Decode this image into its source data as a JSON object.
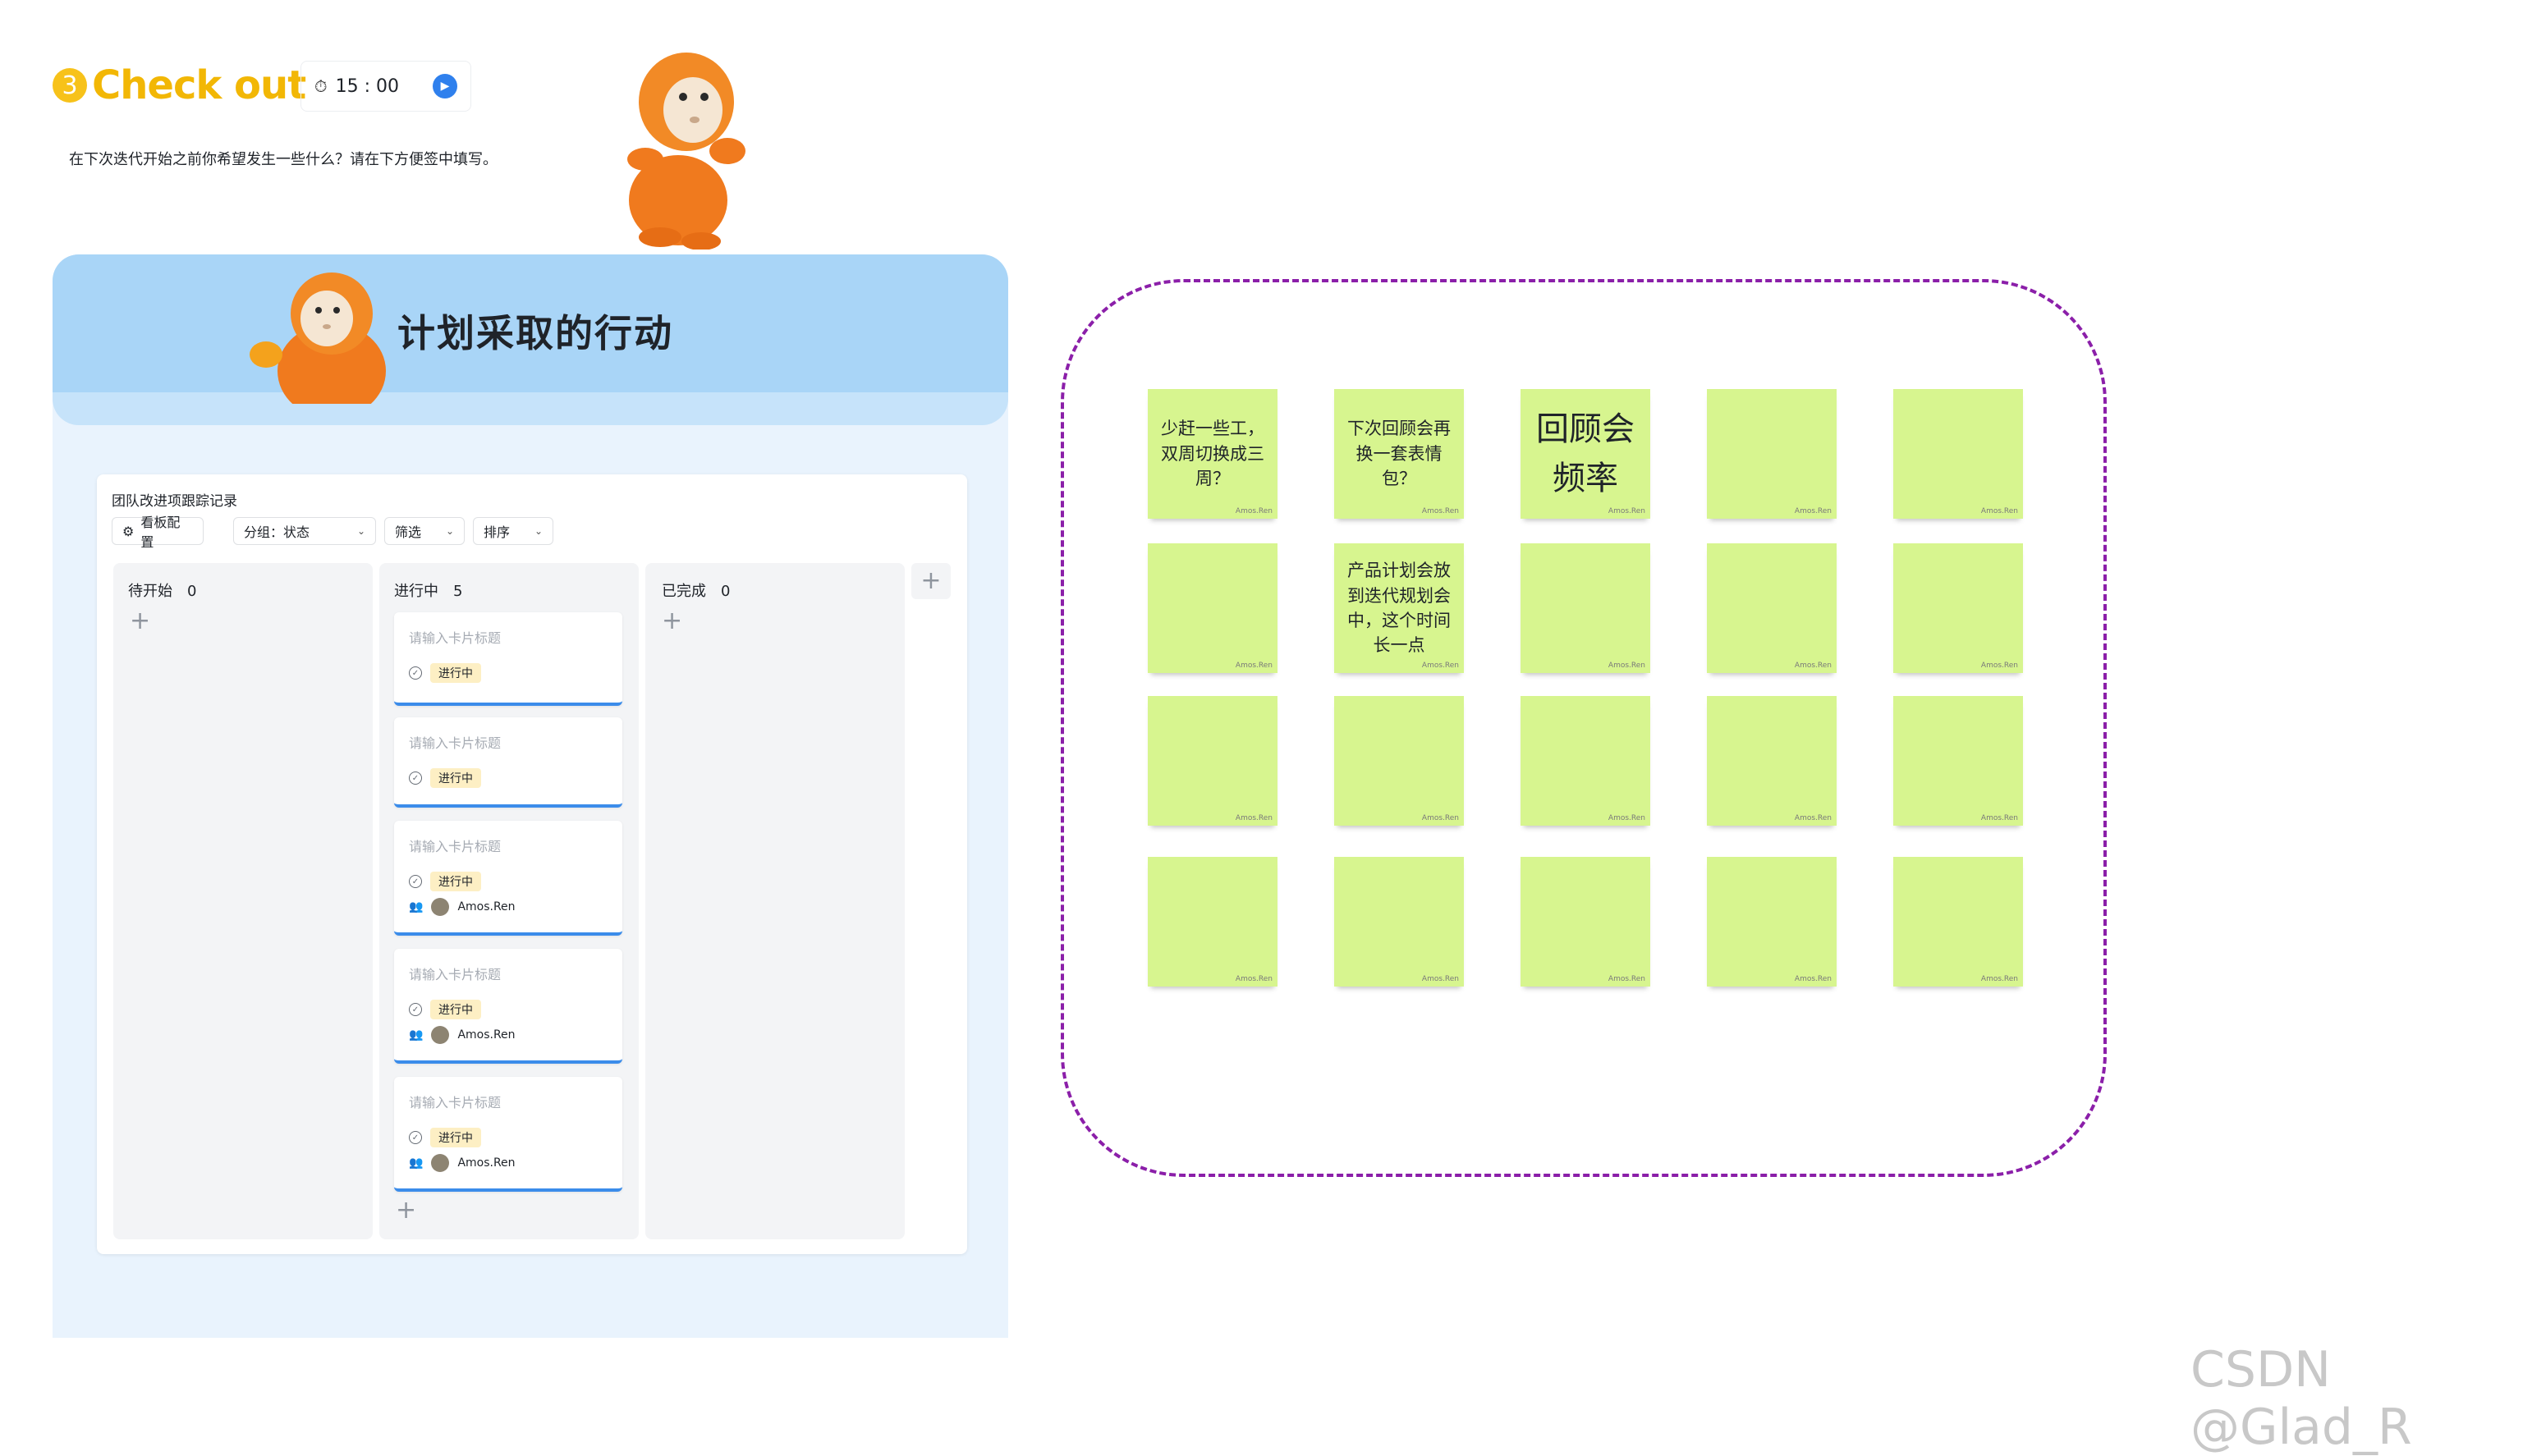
{
  "header": {
    "step_number": "3",
    "title": "Check out",
    "timer": "15 : 00",
    "subtitle": "在下次迭代开始之前你希望发生一些什么？请在下方便签中填写。"
  },
  "banner": {
    "title": "计划采取的行动"
  },
  "table": {
    "title": "团队改进项跟踪记录",
    "toolbar": {
      "config_label": "看板配置",
      "group_label": "分组：状态",
      "filter_label": "筛选",
      "sort_label": "排序"
    },
    "columns": [
      {
        "name": "待开始",
        "count": "0"
      },
      {
        "name": "进行中",
        "count": "5"
      },
      {
        "name": "已完成",
        "count": "0"
      }
    ],
    "cards": [
      {
        "placeholder": "请输入卡片标题",
        "status": "进行中",
        "assignee": ""
      },
      {
        "placeholder": "请输入卡片标题",
        "status": "进行中",
        "assignee": ""
      },
      {
        "placeholder": "请输入卡片标题",
        "status": "进行中",
        "assignee": "Amos.Ren"
      },
      {
        "placeholder": "请输入卡片标题",
        "status": "进行中",
        "assignee": "Amos.Ren"
      },
      {
        "placeholder": "请输入卡片标题",
        "status": "进行中",
        "assignee": "Amos.Ren"
      }
    ]
  },
  "stickies": {
    "author": "Amos.Ren",
    "color": "#d7f58f",
    "notes": [
      "少赶一些工，双周切换成三周？",
      "下次回顾会再换一套表情包？",
      "回顾会频率",
      "",
      "",
      "",
      "产品计划会放到迭代规划会中，这个时间长一点",
      "",
      "",
      "",
      "",
      "",
      "",
      "",
      "",
      "",
      "",
      "",
      "",
      ""
    ]
  },
  "watermark": "CSDN @Glad_R",
  "colors": {
    "accent_title": "#f2b705",
    "banner": "#a9d5f7",
    "dashed_border": "#8b1fa9",
    "progress_line": "#3b8cea"
  }
}
